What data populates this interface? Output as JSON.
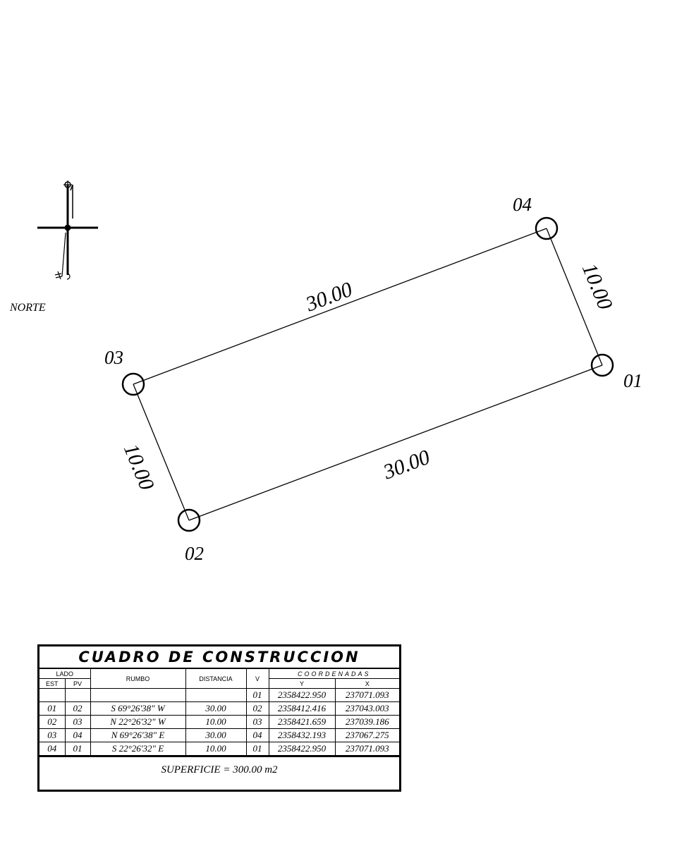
{
  "diagram": {
    "north_label": "NORTE",
    "vertices": [
      {
        "id": "01",
        "label": "01"
      },
      {
        "id": "02",
        "label": "02"
      },
      {
        "id": "03",
        "label": "03"
      },
      {
        "id": "04",
        "label": "04"
      }
    ],
    "sides": [
      {
        "from": "01",
        "to": "02",
        "label": "30.00"
      },
      {
        "from": "02",
        "to": "03",
        "label": "10.00"
      },
      {
        "from": "03",
        "to": "04",
        "label": "30.00"
      },
      {
        "from": "04",
        "to": "01",
        "label": "10.00"
      }
    ]
  },
  "table": {
    "title": "CUADRO DE CONSTRUCCION",
    "headers": {
      "lado": "LADO",
      "est": "EST",
      "pv": "PV",
      "rumbo": "RUMBO",
      "distancia": "DISTANCIA",
      "v": "V",
      "coordenadas": "COORDENADAS",
      "y": "Y",
      "x": "X"
    },
    "rows": [
      {
        "est": "",
        "pv": "",
        "rumbo": "",
        "distancia": "",
        "v": "01",
        "y": "2358422.950",
        "x": "237071.093"
      },
      {
        "est": "01",
        "pv": "02",
        "rumbo": "S 69°26'38\" W",
        "distancia": "30.00",
        "v": "02",
        "y": "2358412.416",
        "x": "237043.003"
      },
      {
        "est": "02",
        "pv": "03",
        "rumbo": "N 22°26'32\" W",
        "distancia": "10.00",
        "v": "03",
        "y": "2358421.659",
        "x": "237039.186"
      },
      {
        "est": "03",
        "pv": "04",
        "rumbo": "N 69°26'38\" E",
        "distancia": "30.00",
        "v": "04",
        "y": "2358432.193",
        "x": "237067.275"
      },
      {
        "est": "04",
        "pv": "01",
        "rumbo": "S 22°26'32\" E",
        "distancia": "10.00",
        "v": "01",
        "y": "2358422.950",
        "x": "237071.093"
      }
    ],
    "superficie": "SUPERFICIE = 300.00 m2"
  }
}
